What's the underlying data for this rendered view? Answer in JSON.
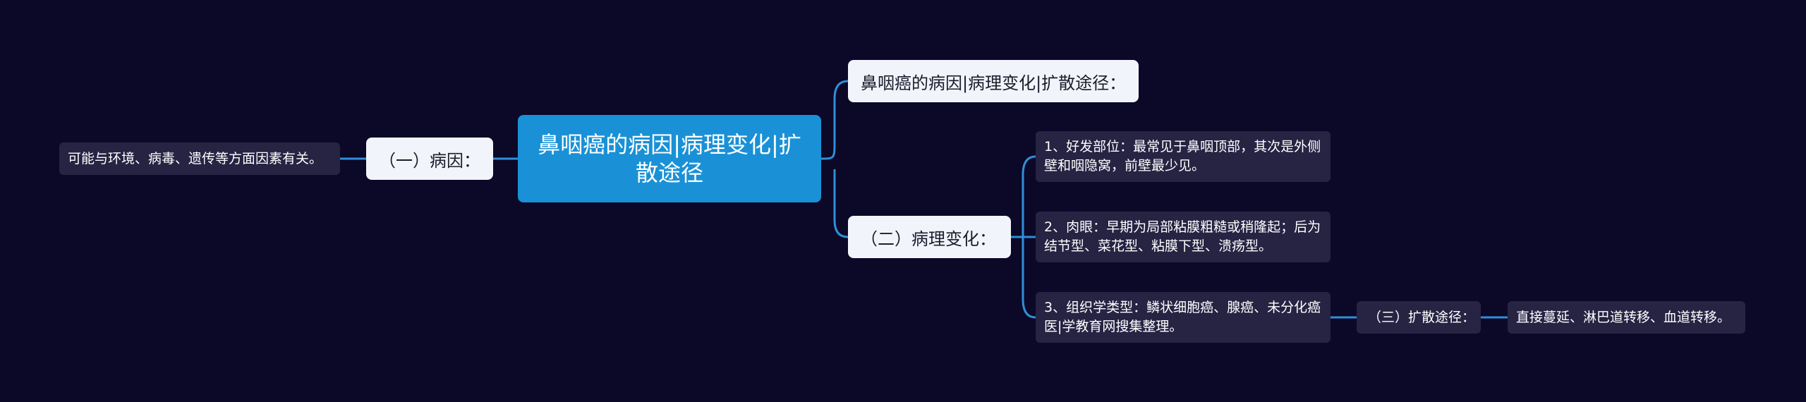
{
  "colors": {
    "background": "#0b0828",
    "root_fill": "#1a91d6",
    "level1_fill": "#f2f4fb",
    "leaf_fill": "#262343",
    "connector": "#2f8fd8"
  },
  "mindmap": {
    "root": "鼻咽癌的病因|病理变化|扩散途径",
    "branch_title": "鼻咽癌的病因|病理变化|扩散途径：",
    "cause": {
      "label": "（一）病因：",
      "detail": "可能与环境、病毒、遗传等方面因素有关。"
    },
    "pathology": {
      "label": "（二）病理变化：",
      "items": [
        "1、好发部位：最常见于鼻咽顶部，其次是外侧壁和咽隐窝，前壁最少见。",
        "2、肉眼：早期为局部粘膜粗糙或稍隆起；后为结节型、菜花型、粘膜下型、溃疡型。",
        "3、组织学类型：鳞状细胞癌、腺癌、未分化癌医|学教育网搜集整理。"
      ]
    },
    "spread": {
      "label": "（三）扩散途径：",
      "detail": "直接蔓延、淋巴道转移、血道转移。"
    }
  }
}
